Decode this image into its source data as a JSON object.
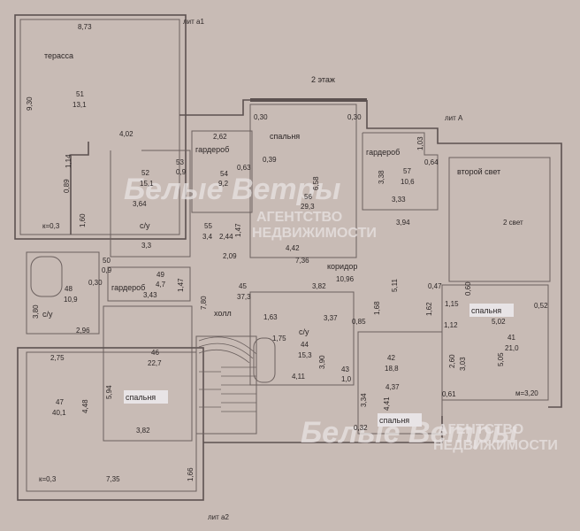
{
  "title": "2 этаж",
  "lit": [
    "лит а1",
    "лит А",
    "лит а2"
  ],
  "watermark": {
    "brand": "Белые Ветры",
    "line1": "АГЕНТСТВО",
    "line2": "НЕДВИЖИМОСТИ"
  },
  "rooms": [
    {
      "name": "терасса",
      "num": "51",
      "area": "13,1"
    },
    {
      "name": "гардероб",
      "num": "54",
      "area": "9,2"
    },
    {
      "name": "спальня",
      "num": "56",
      "area": "29,3"
    },
    {
      "name": "гардероб",
      "num": "57",
      "area": "10,6"
    },
    {
      "name": "второй свет",
      "num": "",
      "area": "2 свет"
    },
    {
      "name": "с/у",
      "num": "52",
      "area": "15,1"
    },
    {
      "name": "",
      "num": "53",
      "area": "0,9"
    },
    {
      "name": "",
      "num": "55",
      "area": "3,4"
    },
    {
      "name": "коридор",
      "num": "",
      "area": "10,96"
    },
    {
      "name": "с/у",
      "num": "48",
      "area": "10,9"
    },
    {
      "name": "",
      "num": "50",
      "area": "0,9"
    },
    {
      "name": "гардероб",
      "num": "49",
      "area": "4,7"
    },
    {
      "name": "холл",
      "num": "45",
      "area": "37,3"
    },
    {
      "name": "спальня",
      "num": "46",
      "area": "22,7"
    },
    {
      "name": "",
      "num": "47",
      "area": "40,1"
    },
    {
      "name": "с/у",
      "num": "44",
      "area": "15,3"
    },
    {
      "name": "",
      "num": "43",
      "area": "1,0"
    },
    {
      "name": "спальня",
      "num": "42",
      "area": "18,8"
    },
    {
      "name": "спальня",
      "num": "41",
      "area": "21,0"
    }
  ],
  "dims": [
    "8,73",
    "9,30",
    "4,02",
    "1,14",
    "0,89",
    "1,60",
    "к=0,3",
    "3,64",
    "3,3",
    "2,62",
    "0,63",
    "0,30",
    "0,39",
    "6,58",
    "0,30",
    "1,03",
    "0,64",
    "3,38",
    "3,33",
    "3,94",
    "4,42",
    "7,36",
    "2,44",
    "1,47",
    "2,09",
    "3,43",
    "1,47",
    "0,30",
    "2,96",
    "3,80",
    "7,80",
    "1,63",
    "3,82",
    "3,37",
    "0,85",
    "1,68",
    "1,75",
    "4,11",
    "3,90",
    "5,11",
    "0,47",
    "1,62",
    "1,15",
    "0,60",
    "1,12",
    "0,52",
    "5,02",
    "5,05",
    "3,03",
    "м=3,20",
    "4,37",
    "2,60",
    "0,61",
    "3,34",
    "4,41",
    "0,32",
    "2,75",
    "4,48",
    "5,94",
    "3,82",
    "к=0,3",
    "7,35",
    "1,66"
  ]
}
